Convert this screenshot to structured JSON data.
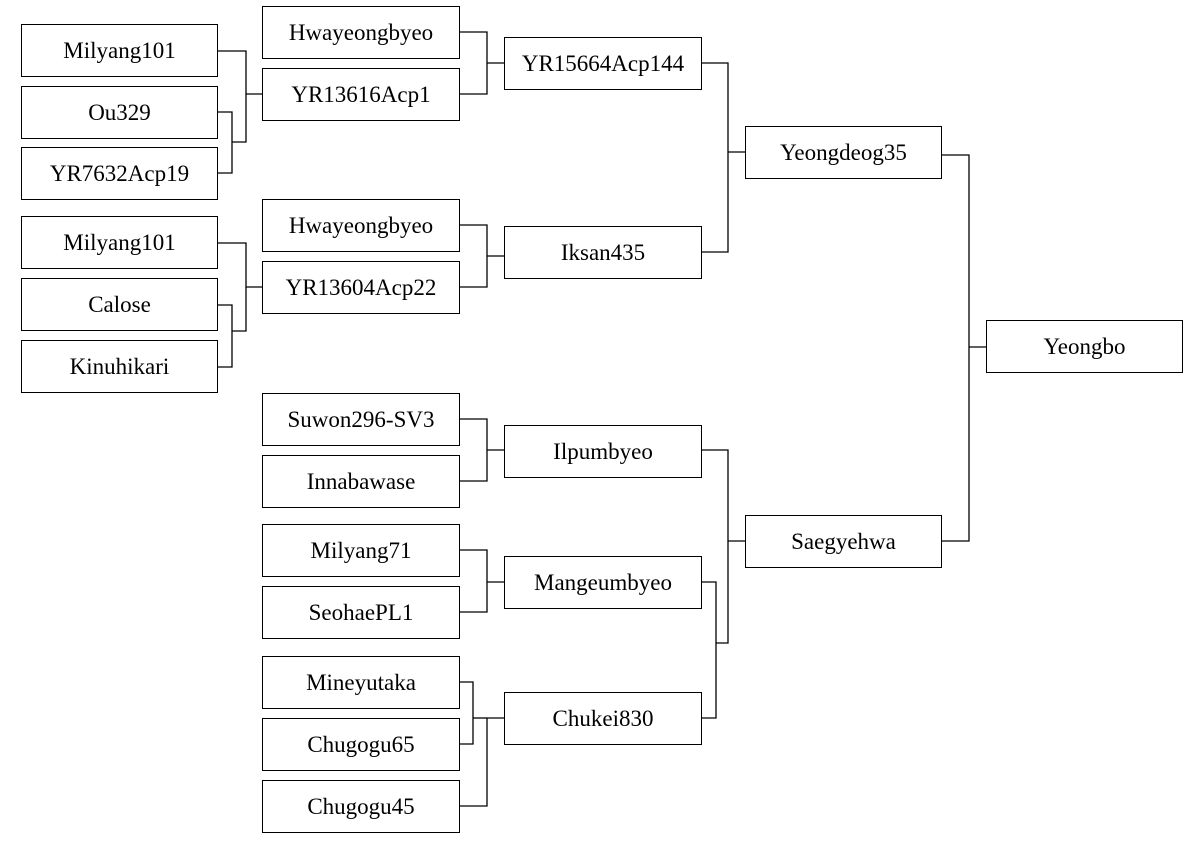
{
  "cultivars": [
    "Milyang101",
    "Ou329",
    "YR7632Acp19",
    "Milyang101",
    "Calose",
    "Kinuhikari",
    "Hwayeongbyeo",
    "YR13616Acp1",
    "Hwayeongbyeo",
    "YR13604Acp22",
    "Suwon296-SV3",
    "Innabawase",
    "Milyang71",
    "SeohaePL1",
    "Mineyutaka",
    "Chugogu65",
    "Chugogu45",
    "YR15664Acp144",
    "Iksan435",
    "Ilpumbyeo",
    "Mangeumbyeo",
    "Chukei830",
    "Yeongdeog35",
    "Saegyehwa",
    "Yeongbo"
  ]
}
